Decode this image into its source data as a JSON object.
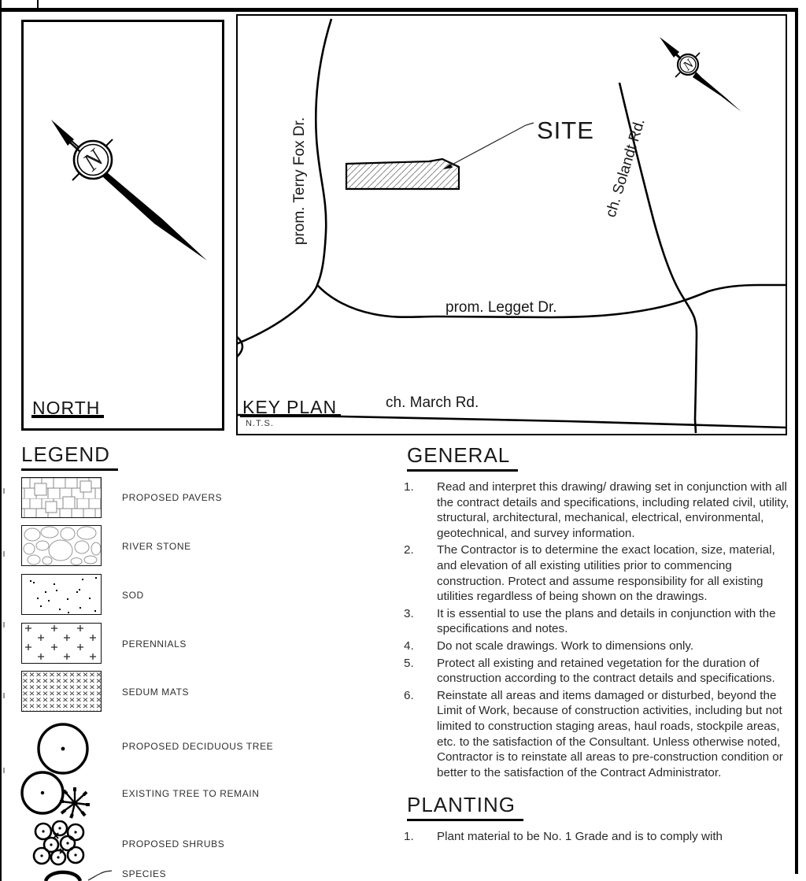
{
  "north_panel": {
    "label": "NORTH"
  },
  "key_plan": {
    "title": "KEY PLAN",
    "scale_note": "N.T.S.",
    "site_label": "SITE",
    "roads": {
      "terry_fox": "prom. Terry Fox Dr.",
      "legget": "prom. Legget Dr.",
      "solandt": "ch. Solandt Rd.",
      "march": "ch. March Rd."
    }
  },
  "legend": {
    "title": "LEGEND",
    "items": [
      {
        "label": "PROPOSED PAVERS",
        "symbol": "pavers-swatch"
      },
      {
        "label": "RIVER STONE",
        "symbol": "river-stone-swatch"
      },
      {
        "label": "SOD",
        "symbol": "sod-swatch"
      },
      {
        "label": "PERENNIALS",
        "symbol": "perennials-swatch"
      },
      {
        "label": "SEDUM MATS",
        "symbol": "sedum-mats-swatch"
      },
      {
        "label": "PROPOSED DECIDUOUS TREE",
        "symbol": "deciduous-tree-symbol"
      },
      {
        "label": "EXISTING TREE TO REMAIN",
        "symbol": "existing-tree-symbol"
      },
      {
        "label": "PROPOSED SHRUBS",
        "symbol": "shrubs-symbol"
      },
      {
        "label": "SPECIES",
        "symbol": "species-callout"
      }
    ]
  },
  "general": {
    "title": "GENERAL",
    "items": [
      {
        "number": "1.",
        "text": "Read and interpret this drawing/ drawing set in conjunction with all the contract details and specifications, including related civil, utility, structural, architectural, mechanical, electrical, environmental, geotechnical, and survey information."
      },
      {
        "number": "2.",
        "text": "The Contractor is to determine the exact location, size, material, and elevation of all existing utilities prior to commencing construction. Protect and assume responsibility for all existing utilities regardless of being shown on the drawings."
      },
      {
        "number": "3.",
        "text": "It is essential to use the plans and details in conjunction with the specifications and notes."
      },
      {
        "number": "4.",
        "text": "Do not scale drawings. Work to dimensions only."
      },
      {
        "number": "5.",
        "text": "Protect all existing and retained vegetation for the duration of construction according to the contract details and specifications."
      },
      {
        "number": "6.",
        "text": "Reinstate all areas and items damaged or disturbed, beyond the Limit of Work, because of construction activities, including but not limited to construction staging areas, haul roads, stockpile areas, etc. to the satisfaction of the Consultant. Unless otherwise noted, Contractor is to reinstate all areas to pre-construction condition or better to the satisfaction of the Contract Administrator."
      }
    ]
  },
  "planting": {
    "title": "PLANTING",
    "items": [
      {
        "number": "1.",
        "text": "Plant material to be No. 1 Grade and is to comply with"
      }
    ]
  },
  "colors": {
    "line": "#000000",
    "text": "#1f1f1f"
  }
}
